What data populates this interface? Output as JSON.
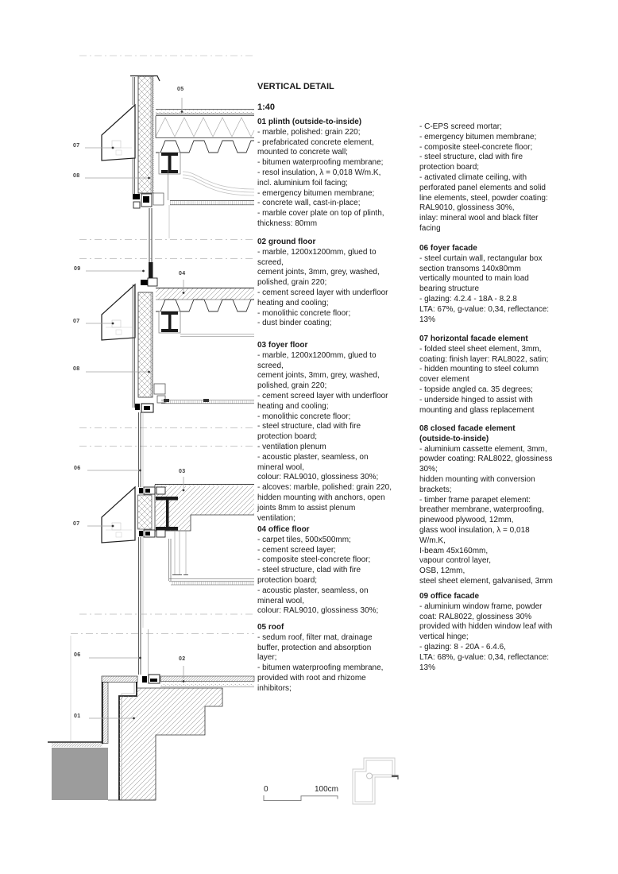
{
  "title": {
    "line1": "VERTICAL DETAIL",
    "line2": "1:40"
  },
  "sections": [
    {
      "heading": "01 plinth (outside-to-inside)",
      "body": "- marble, polished: grain 220;\n- prefabricated concrete element,\nmounted to concrete wall;\n- bitumen waterproofing membrane;\n- resol insulation, λ = 0,018 W/m.K,\nincl. aluminium foil facing;\n- emergency bitumen membrane;\n- concrete wall, cast-in-place;\n- marble cover plate on top of plinth,\nthickness: 80mm"
    },
    {
      "heading": "02 ground floor",
      "body": "- marble, 1200x1200mm, glued to\nscreed,\ncement joints, 3mm, grey, washed,\npolished, grain 220;\n- cement screed layer with underfloor\nheating and cooling;\n- monolithic concrete floor;\n- dust binder coating;"
    },
    {
      "heading": "03 foyer floor",
      "body": "- marble, 1200x1200mm, glued to\nscreed,\ncement joints, 3mm, grey, washed,\npolished, grain 220;\n- cement screed layer with underfloor\nheating and cooling;\n- monolithic concrete floor;\n- steel structure, clad with fire\nprotection board;\n- ventilation plenum\n- acoustic plaster, seamless, on\nmineral wool,\ncolour: RAL9010, glossiness 30%;\n- alcoves: marble, polished: grain 220,\nhidden mounting with anchors, open\njoints 8mm to assist plenum\nventilation;"
    },
    {
      "heading": "04 office floor",
      "body": "- carpet tiles, 500x500mm;\n- cement screed layer;\n- composite steel-concrete floor;\n- steel structure, clad with fire\nprotection board;\n- acoustic plaster, seamless, on\nmineral wool,\ncolour: RAL9010, glossiness 30%;"
    },
    {
      "heading": "05 roof",
      "body": "- sedum roof, filter mat, drainage\nbuffer, protection and absorption\nlayer;\n- bitumen waterproofing membrane,\nprovided with root and rhizome\ninhibitors;"
    },
    {
      "heading": "",
      "body": "- C-EPS screed mortar;\n- emergency bitumen membrane;\n- composite steel-concrete floor;\n- steel structure, clad with fire\nprotection board;\n- activated climate ceiling, with\nperforated panel elements and solid\nline elements, steel, powder coating:\nRAL9010, glossiness 30%,\ninlay: mineral wool and black filter\nfacing"
    },
    {
      "heading": "06 foyer facade",
      "body": "- steel curtain wall, rectangular box\nsection transoms 140x80mm\nvertically mounted to main load\nbearing structure\n- glazing: 4.2.4 - 18A - 8.2.8\nLTA: 67%, g-value: 0,34, reflectance:\n13%"
    },
    {
      "heading": "07 horizontal facade element",
      "body": "- folded steel sheet element, 3mm,\ncoating: finish layer: RAL8022, satin;\n- hidden mounting to steel column\ncover element\n- topside angled ca. 35 degrees;\n- underside hinged to assist with\nmounting and glass replacement"
    },
    {
      "heading": "08 closed facade element\n(outside-to-inside)",
      "body": "- aluminium cassette element, 3mm,\npowder coating: RAL8022, glossiness\n30%;\nhidden mounting with conversion\nbrackets;\n- timber frame parapet element:\nbreather membrane, waterproofing,\npinewood plywood, 12mm,\nglass wool insulation, λ = 0,018\nW/m.K,\nI-beam 45x160mm,\nvapour control layer,\nOSB, 12mm,\nsteel sheet element, galvanised, 3mm"
    },
    {
      "heading": "09 office facade",
      "body": "- aluminium window frame, powder\ncoat: RAL8022, glossiness 30%\nprovided with hidden window leaf with\nvertical hinge;\n- glazing: 8 - 20A - 6.4.6,\nLTA: 68%, g-value: 0,34, reflectance:\n13%"
    }
  ],
  "drawing": {
    "labels": [
      {
        "text": "05"
      },
      {
        "text": "07"
      },
      {
        "text": "08"
      },
      {
        "text": "09"
      },
      {
        "text": "04"
      },
      {
        "text": "07"
      },
      {
        "text": "08"
      },
      {
        "text": "06"
      },
      {
        "text": "03"
      },
      {
        "text": "07"
      },
      {
        "text": "06"
      },
      {
        "text": "02"
      },
      {
        "text": "01"
      }
    ]
  },
  "scale_bar": {
    "zero": "0",
    "hundred": "100cm"
  },
  "colors": {
    "line": "#2b2b2b",
    "light_line": "#9a9a9a",
    "ground_fill": "#9c9c9c",
    "keyplan_line": "#cccccc"
  }
}
